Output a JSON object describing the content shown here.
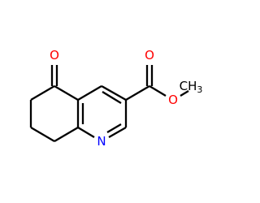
{
  "molecule": {
    "atoms": {
      "oxygen_ketone": {
        "symbol": "O",
        "color": "#ff0000"
      },
      "oxygen_ester_carbonyl": {
        "symbol": "O",
        "color": "#ff0000"
      },
      "oxygen_ester_link": {
        "symbol": "O",
        "color": "#ff0000"
      },
      "methyl": {
        "symbol": "CH3",
        "color": "#000000"
      },
      "nitrogen_ring": {
        "symbol": "N",
        "color": "#0000ff"
      }
    },
    "bond_color": "#000000"
  }
}
